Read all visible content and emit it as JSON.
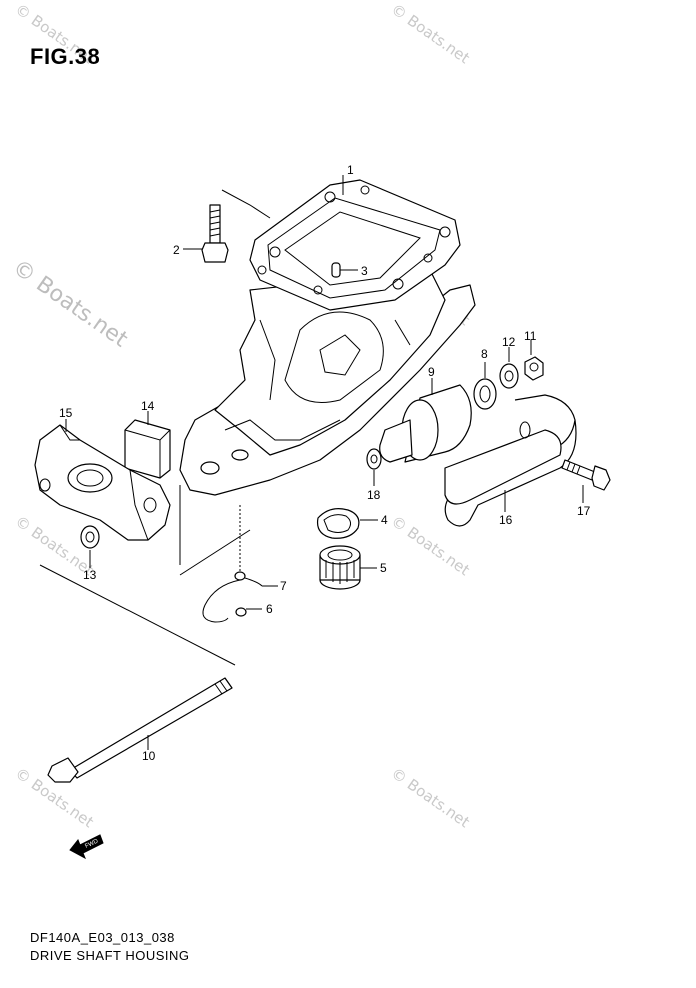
{
  "figure": {
    "title": "FIG.38",
    "code": "DF140A_E03_013_038",
    "name": "DRIVE SHAFT HOUSING"
  },
  "watermark": {
    "text": "© Boats.net"
  },
  "callouts": [
    "1",
    "2",
    "3",
    "4",
    "5",
    "6",
    "7",
    "8",
    "9",
    "10",
    "11",
    "12",
    "13",
    "14",
    "15",
    "16",
    "17",
    "18"
  ],
  "fwd_arrow": {
    "label": "FWD"
  }
}
